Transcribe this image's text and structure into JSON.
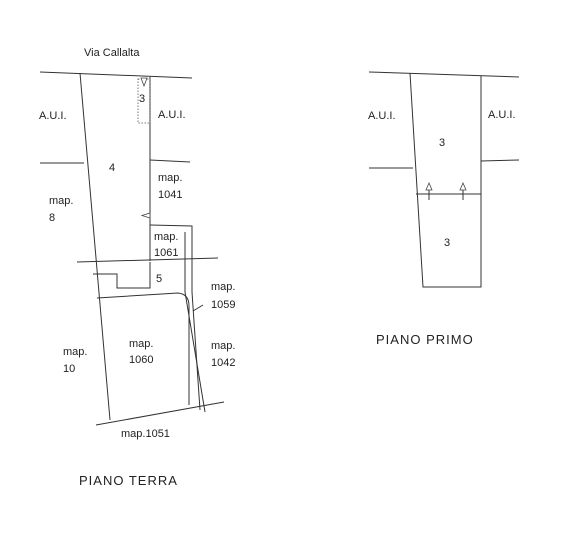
{
  "street": "Via Callalta",
  "ground_floor": {
    "title": "PIANO TERRA",
    "labels": {
      "aui_left": "A.U.I.",
      "aui_right": "A.U.I.",
      "unit_3": "3",
      "unit_4": "4",
      "unit_5": "5",
      "map1041_a": "map.",
      "map1041_b": "1041",
      "map8_a": "map.",
      "map8_b": "8",
      "map1061_a": "map.",
      "map1061_b": "1061",
      "map1059_a": "map.",
      "map1059_b": "1059",
      "map1060_a": "map.",
      "map1060_b": "1060",
      "map1042_a": "map.",
      "map1042_b": "1042",
      "map10_a": "map.",
      "map10_b": "10",
      "map1051": "map.1051"
    }
  },
  "first_floor": {
    "title": "PIANO PRIMO",
    "labels": {
      "aui_left": "A.U.I.",
      "aui_right": "A.U.I.",
      "unit_3_top": "3",
      "unit_3_bottom": "3"
    }
  }
}
